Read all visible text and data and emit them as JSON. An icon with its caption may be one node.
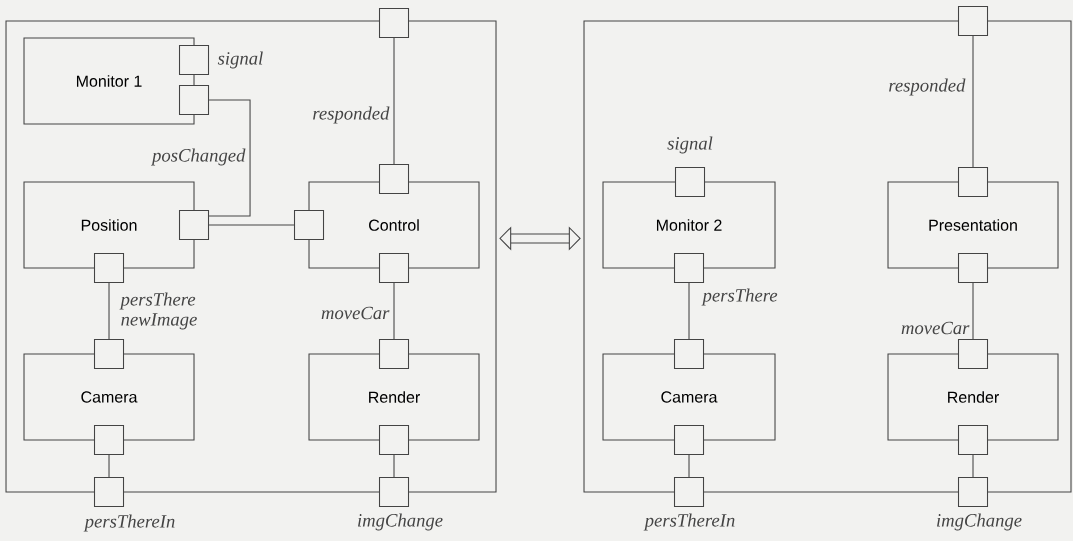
{
  "diagram": {
    "nodes": [
      {
        "text": [],
        "shape": "box"
      },
      {
        "text": [
          "Monitor 1"
        ],
        "in": 0
      },
      {
        "text": [
          "Position"
        ],
        "in": 0
      },
      {
        "text": [
          "Control"
        ],
        "in": 0
      },
      {
        "text": [
          "Camera"
        ],
        "in": 0
      },
      {
        "text": [
          "Render"
        ],
        "in": 0
      },
      {
        "text": [],
        "shape": "box"
      },
      {
        "text": [],
        "shape": "box",
        "beside": [
          "signal"
        ],
        "in": 0
      },
      {
        "text": [],
        "shape": "box",
        "in": 0
      },
      {
        "text": [],
        "shape": "box",
        "in": 0
      },
      {
        "text": [],
        "shape": "box",
        "in": 0
      },
      {
        "text": [],
        "shape": "box",
        "in": 0
      },
      {
        "text": [],
        "shape": "box",
        "in": 0
      },
      {
        "text": [],
        "shape": "box",
        "in": 0
      },
      {
        "text": [],
        "shape": "box",
        "in": 0
      },
      {
        "text": [],
        "shape": "box",
        "in": 0
      },
      {
        "text": [],
        "shape": "box",
        "in": 0
      },
      {
        "text": [],
        "shape": "box",
        "in": 0
      },
      {
        "text": [],
        "shape": "box",
        "beside": [
          "persThereIn"
        ]
      },
      {
        "text": [],
        "shape": "box",
        "beside": [
          "imgChange"
        ]
      },
      {
        "text": [],
        "shape": "box"
      },
      {
        "text": [
          "Monitor 2"
        ],
        "in": 20
      },
      {
        "text": [
          "Presentation"
        ],
        "in": 20
      },
      {
        "text": [
          "Camera"
        ],
        "in": 20
      },
      {
        "text": [
          "Render"
        ],
        "in": 20
      },
      {
        "text": [],
        "shape": "box"
      },
      {
        "text": [],
        "shape": "box",
        "beside": [
          "signal"
        ],
        "in": 20
      },
      {
        "text": [],
        "shape": "box",
        "in": 20
      },
      {
        "text": [],
        "shape": "box",
        "in": 20
      },
      {
        "text": [],
        "shape": "box",
        "in": 20
      },
      {
        "text": [],
        "shape": "box",
        "in": 20
      },
      {
        "text": [],
        "shape": "box",
        "in": 20
      },
      {
        "text": [],
        "shape": "box",
        "in": 20
      },
      {
        "text": [],
        "shape": "box",
        "in": 20
      },
      {
        "text": [],
        "shape": "box",
        "beside": [
          "persThereIn"
        ]
      },
      {
        "text": [],
        "shape": "box",
        "beside": [
          "imgChange"
        ]
      }
    ],
    "edges": [
      {
        "from": 6,
        "to": 9,
        "arrow": "none",
        "label": "responded"
      },
      {
        "from": 8,
        "to": 10,
        "arrow": "none",
        "label": "posChanged"
      },
      {
        "from": 10,
        "to": 11,
        "arrow": "none"
      },
      {
        "from": 12,
        "to": 14,
        "arrow": "none",
        "label": "persThere newImage"
      },
      {
        "from": 13,
        "to": 15,
        "arrow": "none",
        "label": "moveCar"
      },
      {
        "from": 16,
        "to": 18,
        "arrow": "none"
      },
      {
        "from": 17,
        "to": 19,
        "arrow": "none"
      },
      {
        "from": 0,
        "to": 20,
        "arrow": "both",
        "style": "thick"
      },
      {
        "from": 25,
        "to": 27,
        "arrow": "none",
        "label": "responded"
      },
      {
        "from": 28,
        "to": 30,
        "arrow": "none",
        "label": "persThere"
      },
      {
        "from": 29,
        "to": 31,
        "arrow": "none",
        "label": "moveCar"
      },
      {
        "from": 32,
        "to": 34,
        "arrow": "none"
      },
      {
        "from": 33,
        "to": 35,
        "arrow": "none"
      }
    ]
  }
}
